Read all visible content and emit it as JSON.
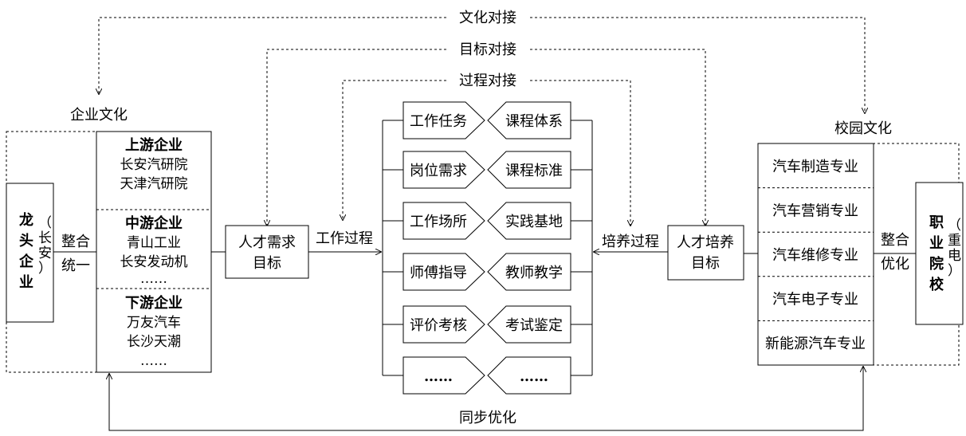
{
  "connections": {
    "culture": "文化对接",
    "goal": "目标对接",
    "process": "过程对接",
    "sync": "同步优化"
  },
  "enterprise": {
    "culture_label": "企业文化",
    "leader_name": "龙头企业",
    "leader_sub": "（长安）",
    "integrate_label": [
      "整合",
      "统一"
    ],
    "upstream": {
      "title": "上游企业",
      "items": [
        "长安汽研院",
        "天津汽研院"
      ]
    },
    "midstream": {
      "title": "中游企业",
      "items": [
        "青山工业",
        "长安发动机"
      ],
      "more": "……"
    },
    "downstream": {
      "title": "下游企业",
      "items": [
        "万友汽车",
        "长沙天潮"
      ],
      "more": "……"
    },
    "demand_goal": [
      "人才需求",
      "目标"
    ],
    "work_process": "工作过程"
  },
  "matching": {
    "left": [
      "工作任务",
      "岗位需求",
      "工作场所",
      "师傅指导",
      "评价考核",
      "……"
    ],
    "right": [
      "课程体系",
      "课程标准",
      "实践基地",
      "教师教学",
      "考试鉴定",
      "……"
    ]
  },
  "school": {
    "culture_label": "校园文化",
    "training_process": "培养过程",
    "training_goal": [
      "人才培养",
      "目标"
    ],
    "optimize_label": [
      "整合",
      "优化"
    ],
    "majors": [
      "汽车制造专业",
      "汽车营销专业",
      "汽车维修专业",
      "汽车电子专业",
      "新能源汽车专业"
    ],
    "college_name": "职业院校",
    "college_sub": "（重电）"
  }
}
